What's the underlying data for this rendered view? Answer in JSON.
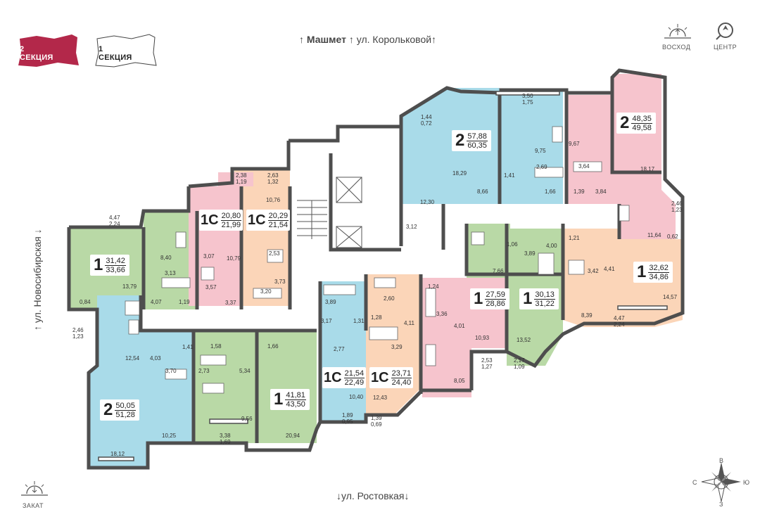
{
  "sections": [
    {
      "label": "2 СЕКЦИЯ",
      "active": true,
      "color": "#b3284a"
    },
    {
      "label": "1 СЕКЦИЯ",
      "active": false,
      "color": "#ffffff"
    }
  ],
  "streets": {
    "top_a": "Машмет",
    "top_b": "ул. Корольковой",
    "left": "ул. Новосибирская",
    "bottom": "ул. Ростовкая",
    "arrow_up": "↑",
    "arrow_down": "↓"
  },
  "sun": {
    "sunrise": "ВОСХОД",
    "sunset": "ЗАКАТ",
    "center": "ЦЕНТР"
  },
  "compass": {
    "n": "В",
    "s": "З",
    "w": "С",
    "e": "Ю"
  },
  "colors": {
    "green": "#b9d9a6",
    "blue": "#a9dbe9",
    "pink": "#f6c4cd",
    "orange": "#fbd5b8",
    "wall": "#4e4e4e"
  },
  "apartments": [
    {
      "id": "a1",
      "rooms": "1",
      "area": "31,42",
      "total": "33,66",
      "color": "green"
    },
    {
      "id": "a2",
      "rooms": "1С",
      "area": "20,80",
      "total": "21,99",
      "color": "pink"
    },
    {
      "id": "a3",
      "rooms": "1С",
      "area": "20,29",
      "total": "21,54",
      "color": "orange"
    },
    {
      "id": "a4",
      "rooms": "2",
      "area": "57,88",
      "total": "60,35",
      "color": "blue"
    },
    {
      "id": "a5",
      "rooms": "2",
      "area": "48,35",
      "total": "49,58",
      "color": "pink"
    },
    {
      "id": "a6",
      "rooms": "1",
      "area": "32,62",
      "total": "34,86",
      "color": "orange"
    },
    {
      "id": "a7",
      "rooms": "1",
      "area": "30,13",
      "total": "31,22",
      "color": "green"
    },
    {
      "id": "a8",
      "rooms": "1",
      "area": "27,59",
      "total": "28,86",
      "color": "pink"
    },
    {
      "id": "a9",
      "rooms": "1С",
      "area": "23,71",
      "total": "24,40",
      "color": "orange"
    },
    {
      "id": "a10",
      "rooms": "1С",
      "area": "21,54",
      "total": "22,49",
      "color": "blue"
    },
    {
      "id": "a11",
      "rooms": "1",
      "area": "41,81",
      "total": "43,50",
      "color": "green"
    },
    {
      "id": "a12",
      "rooms": "2",
      "area": "50,05",
      "total": "51,28",
      "color": "blue"
    }
  ],
  "room_areas": [
    {
      "id": "r1",
      "t": "4,47\n2,24"
    },
    {
      "id": "r2",
      "t": "8,40"
    },
    {
      "id": "r3",
      "t": "13,79"
    },
    {
      "id": "r4",
      "t": "3,13"
    },
    {
      "id": "r5",
      "t": "0,84"
    },
    {
      "id": "r6",
      "t": "4,07"
    },
    {
      "id": "r7",
      "t": "1,19"
    },
    {
      "id": "r8",
      "t": "2,46\n1,23"
    },
    {
      "id": "r9",
      "t": "2,38\n1,19"
    },
    {
      "id": "r10",
      "t": "2,63\n1,32"
    },
    {
      "id": "r11",
      "t": "10,76"
    },
    {
      "id": "r12",
      "t": "3,07"
    },
    {
      "id": "r13",
      "t": "10,79"
    },
    {
      "id": "r14",
      "t": "3,57"
    },
    {
      "id": "r15",
      "t": "3,37"
    },
    {
      "id": "r16",
      "t": "2,53"
    },
    {
      "id": "r17",
      "t": "3,20"
    },
    {
      "id": "r18",
      "t": "3,73"
    },
    {
      "id": "r19",
      "t": "1,44\n0,72"
    },
    {
      "id": "r20",
      "t": "18,29"
    },
    {
      "id": "r21",
      "t": "12,30"
    },
    {
      "id": "r22",
      "t": "3,12"
    },
    {
      "id": "r23",
      "t": "8,66"
    },
    {
      "id": "r24",
      "t": "3,50\n1,75"
    },
    {
      "id": "r25",
      "t": "9,75"
    },
    {
      "id": "r26",
      "t": "2,69"
    },
    {
      "id": "r27",
      "t": "1,41"
    },
    {
      "id": "r28",
      "t": "1,66"
    },
    {
      "id": "r29",
      "t": "9,67"
    },
    {
      "id": "r30",
      "t": "3,64"
    },
    {
      "id": "r31",
      "t": "18,17"
    },
    {
      "id": "r32",
      "t": "1,39"
    },
    {
      "id": "r33",
      "t": "3,84"
    },
    {
      "id": "r34",
      "t": "2,46\n1,23"
    },
    {
      "id": "r35",
      "t": "11,64"
    },
    {
      "id": "r36",
      "t": "0,62"
    },
    {
      "id": "r37",
      "t": "1,06"
    },
    {
      "id": "r38",
      "t": "3,89"
    },
    {
      "id": "r39",
      "t": "4,00"
    },
    {
      "id": "r40",
      "t": "7,66"
    },
    {
      "id": "r41",
      "t": "1,21"
    },
    {
      "id": "r42",
      "t": "3,42"
    },
    {
      "id": "r43",
      "t": "4,41"
    },
    {
      "id": "r44",
      "t": "14,57"
    },
    {
      "id": "r45",
      "t": "8,39"
    },
    {
      "id": "r46",
      "t": "4,47\n2,24"
    },
    {
      "id": "r47",
      "t": "13,52"
    },
    {
      "id": "r48",
      "t": "2,17\n1,09"
    },
    {
      "id": "r49",
      "t": "1,24"
    },
    {
      "id": "r50",
      "t": "3,36"
    },
    {
      "id": "r51",
      "t": "4,01"
    },
    {
      "id": "r52",
      "t": "10,93"
    },
    {
      "id": "r53",
      "t": "2,53\n1,27"
    },
    {
      "id": "r54",
      "t": "8,05"
    },
    {
      "id": "r55",
      "t": "2,60"
    },
    {
      "id": "r56",
      "t": "1,28"
    },
    {
      "id": "r57",
      "t": "4,11"
    },
    {
      "id": "r58",
      "t": "3,29"
    },
    {
      "id": "r59",
      "t": "12,43"
    },
    {
      "id": "r60",
      "t": "1,39\n0,69"
    },
    {
      "id": "r61",
      "t": "3,89"
    },
    {
      "id": "r62",
      "t": "3,17"
    },
    {
      "id": "r63",
      "t": "1,31"
    },
    {
      "id": "r64",
      "t": "2,77"
    },
    {
      "id": "r65",
      "t": "10,40"
    },
    {
      "id": "r66",
      "t": "1,89\n0,95"
    },
    {
      "id": "r67",
      "t": "1,58"
    },
    {
      "id": "r68",
      "t": "1,66"
    },
    {
      "id": "r69",
      "t": "2,73"
    },
    {
      "id": "r70",
      "t": "5,34"
    },
    {
      "id": "r71",
      "t": "9,56"
    },
    {
      "id": "r72",
      "t": "3,38\n1,69"
    },
    {
      "id": "r73",
      "t": "20,94"
    },
    {
      "id": "r74",
      "t": "1,41"
    },
    {
      "id": "r75",
      "t": "4,03"
    },
    {
      "id": "r76",
      "t": "3,70"
    },
    {
      "id": "r77",
      "t": "12,54"
    },
    {
      "id": "r78",
      "t": "10,25"
    },
    {
      "id": "r79",
      "t": "18,12"
    }
  ]
}
